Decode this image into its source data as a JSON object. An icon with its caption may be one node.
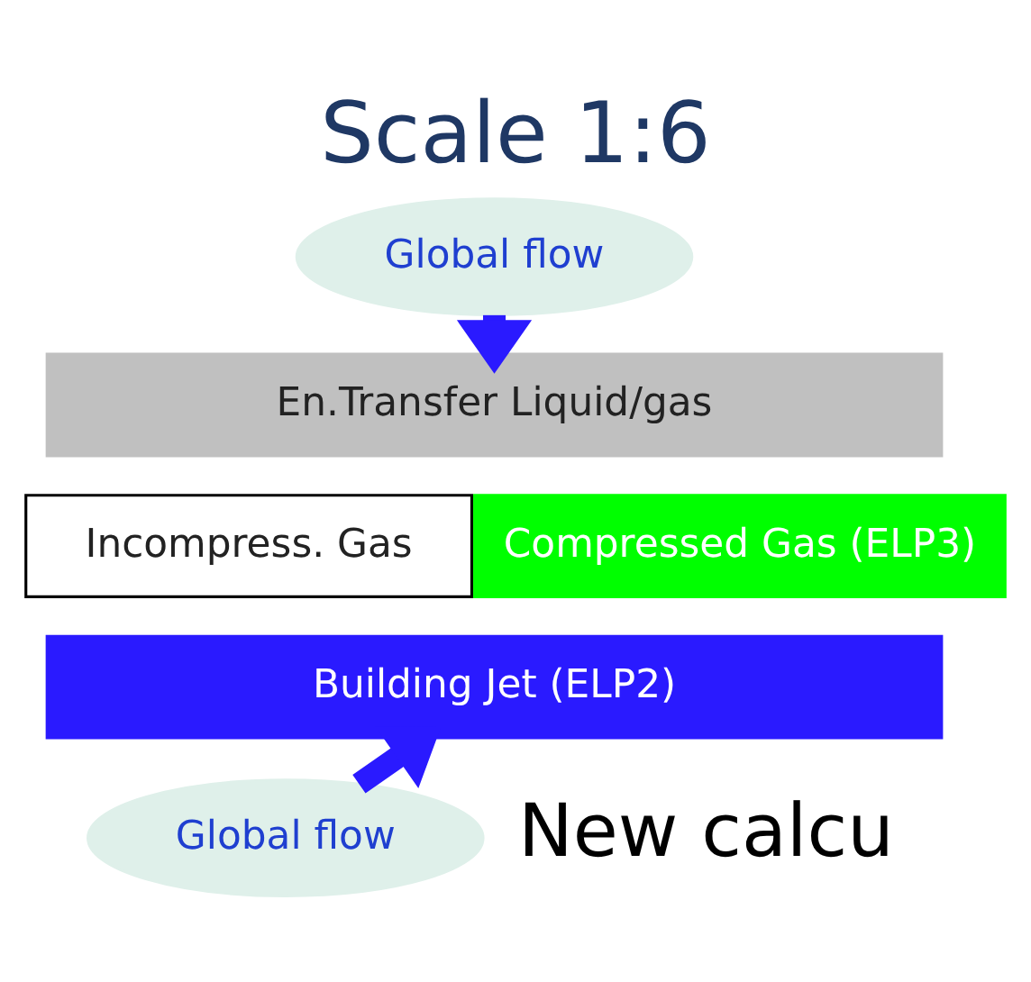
{
  "diagram": {
    "title": "Scale 1:6",
    "nodes": [
      {
        "text": [
          "Global flow"
        ]
      },
      {
        "text": [
          "En.Transfer Liquid/gas"
        ]
      },
      {
        "text": [
          "Incompress. Gas"
        ]
      },
      {
        "text": [
          "Compressed Gas (ELP3)"
        ]
      },
      {
        "text": [
          "Building Jet (ELP2)"
        ]
      },
      {
        "text": [
          "Global flow"
        ]
      }
    ],
    "edges": [
      {
        "from": 0,
        "to": 1,
        "arrow": "to"
      },
      {
        "from": 5,
        "to": 4,
        "arrow": "to"
      }
    ],
    "labels": [
      "New calcu"
    ]
  }
}
